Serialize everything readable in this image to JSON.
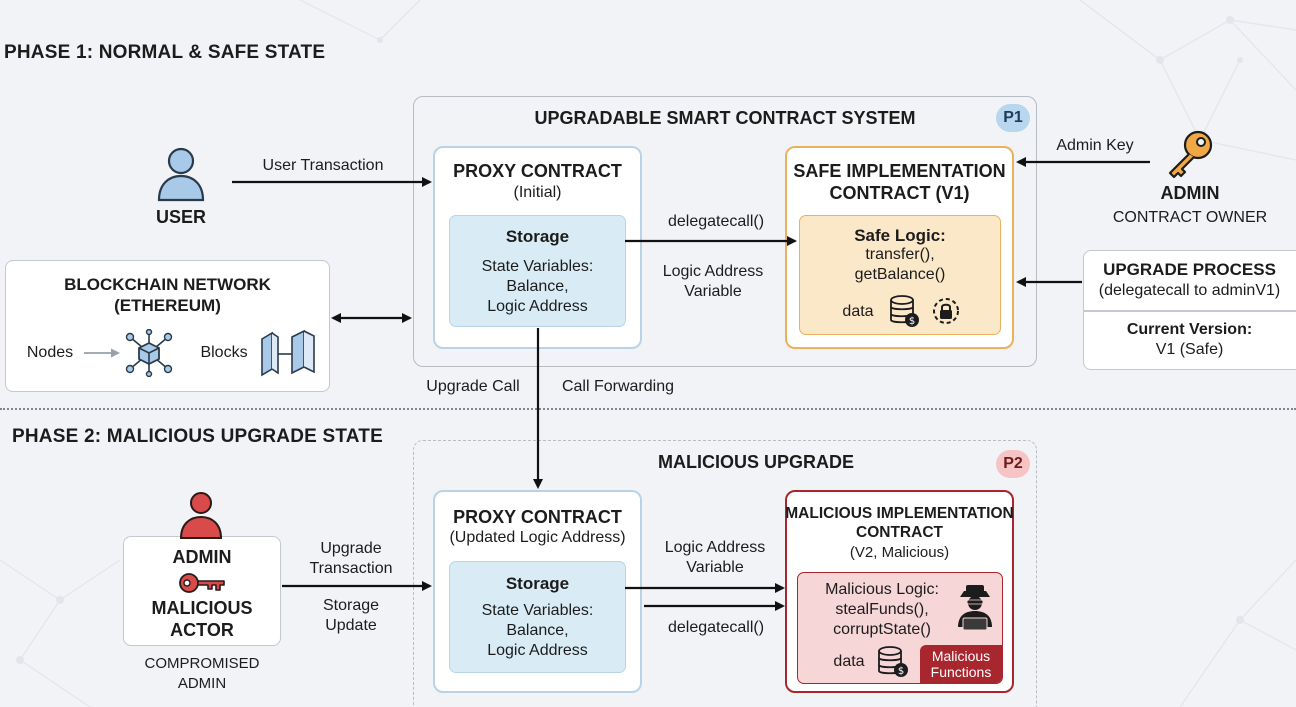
{
  "phase1": {
    "title": "PHASE 1: NORMAL & SAFE STATE",
    "system_title": "UPGRADABLE SMART CONTRACT SYSTEM",
    "badge": "P1",
    "user": {
      "label": "USER"
    },
    "user_transaction": "User Transaction",
    "proxy": {
      "title": "PROXY CONTRACT",
      "subtitle": "(Initial)",
      "storage_title": "Storage",
      "storage_lines": [
        "State Variables:",
        "Balance,",
        "Logic Address"
      ]
    },
    "delegatecall": "delegatecall()",
    "logic_address_variable": [
      "Logic Address",
      "Variable"
    ],
    "safe_impl": {
      "title_lines": [
        "SAFE IMPLEMENTATION",
        "CONTRACT (V1)"
      ],
      "logic_title": "Safe Logic:",
      "logic_lines": [
        "transfer(),",
        "getBalance()"
      ],
      "data_label": "data"
    },
    "admin_key": "Admin Key",
    "admin": {
      "label": "ADMIN",
      "sublabel": "CONTRACT OWNER"
    },
    "upgrade_process": {
      "title": "UPGRADE PROCESS",
      "subtitle": "(delegatecall to adminV1)",
      "version_title": "Current Version:",
      "version_value": "V1 (Safe)"
    },
    "blockchain": {
      "title_lines": [
        "BLOCKCHAIN NETWORK",
        "(ETHEREUM)"
      ],
      "nodes": "Nodes",
      "blocks": "Blocks"
    },
    "upgrade_call": "Upgrade Call",
    "call_forwarding": "Call Forwarding"
  },
  "phase2": {
    "title": "PHASE 2: MALICIOUS UPGRADE STATE",
    "system_title": "MALICIOUS UPGRADE",
    "badge": "P2",
    "attacker": {
      "admin": "ADMIN",
      "actor_lines": [
        "MALICIOUS",
        "ACTOR"
      ],
      "caption_lines": [
        "COMPROMISED",
        "ADMIN"
      ]
    },
    "upgrade_transaction": [
      "Upgrade",
      "Transaction"
    ],
    "storage_update": [
      "Storage",
      "Update"
    ],
    "proxy": {
      "title": "PROXY CONTRACT",
      "subtitle": "(Updated Logic Address)",
      "storage_title": "Storage",
      "storage_lines": [
        "State Variables:",
        "Balance,",
        "Logic Address"
      ]
    },
    "logic_address_variable": [
      "Logic Address",
      "Variable"
    ],
    "delegatecall": "delegatecall()",
    "malicious_impl": {
      "title_lines": [
        "MALICIOUS IMPLEMENTATION",
        "CONTRACT"
      ],
      "subtitle": "(V2, Malicious)",
      "logic_lines": [
        "Malicious Logic:",
        "stealFunds(),",
        "corruptState()"
      ],
      "data_label": "data",
      "tag_lines": [
        "Malicious",
        "Functions"
      ]
    }
  },
  "colors": {
    "background": "#f1f3f6",
    "proxy_border": "#b9d3e6",
    "storage_fill": "#d9ecf6",
    "safe_border": "#eab15e",
    "safe_fill": "#fbe8c9",
    "malicious_border": "#a8262e",
    "malicious_fill": "#f6d6d6",
    "user_icon": "#a8c9e8",
    "admin_key_icon": "#f0a847",
    "attacker_icon": "#d94a4a",
    "p1_badge": "#b9d6ef",
    "p2_badge": "#f6c4c4"
  },
  "icons": [
    "user-icon",
    "key-icon",
    "node-cube-icon",
    "blocks-icon",
    "database-icon",
    "gear-lock-icon",
    "hacker-icon",
    "red-key-icon",
    "attacker-icon"
  ]
}
